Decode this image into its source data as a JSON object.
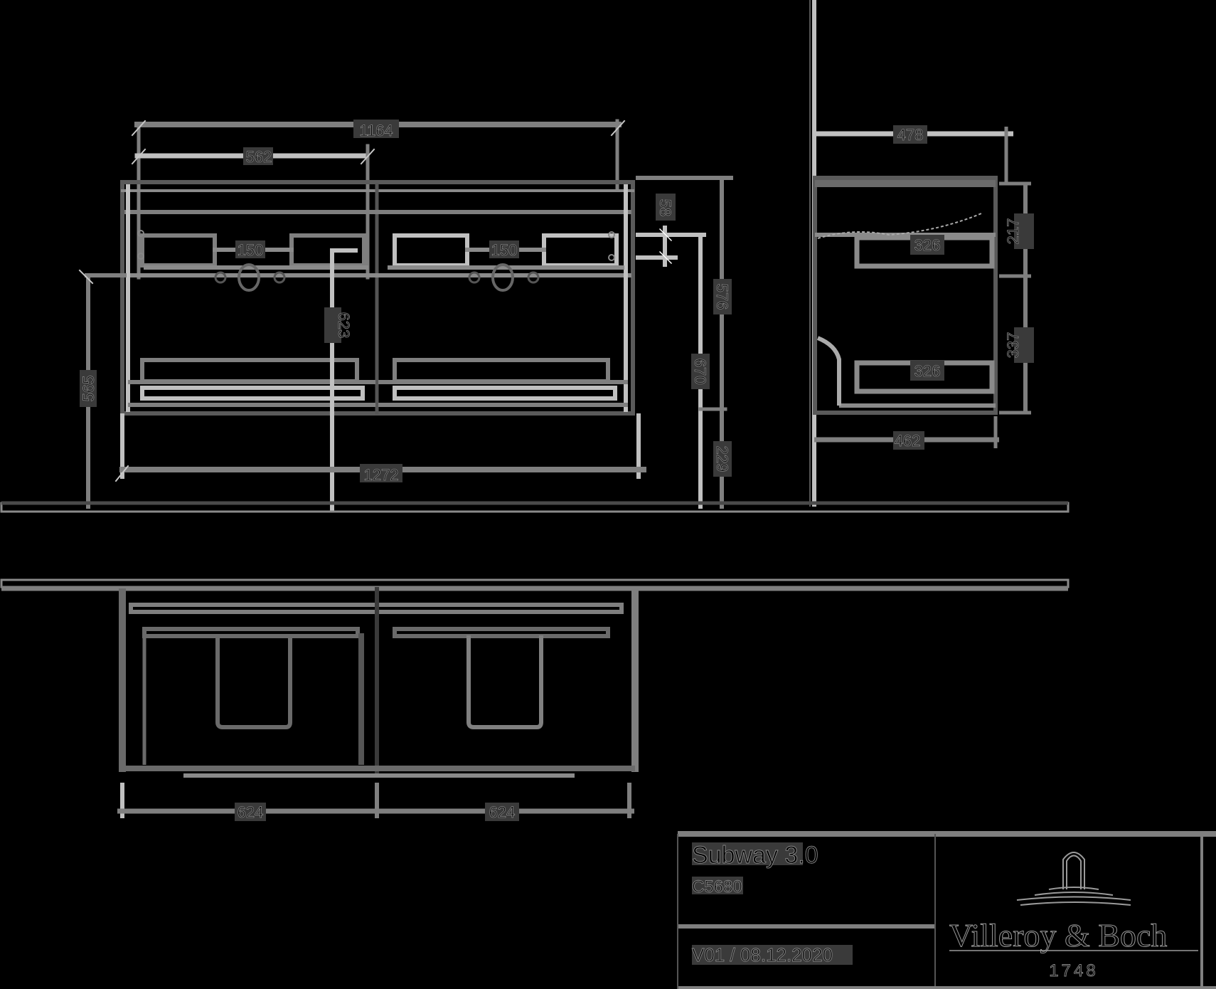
{
  "product": {
    "name": "Subway 3.0",
    "code": "C5680",
    "version": "V01 / 08.12.2020"
  },
  "brand": {
    "name": "Villeroy & Boch",
    "year": "1748",
    "logo_icon": "fountain-logo-icon"
  },
  "colors": {
    "background": "#000000",
    "line_primary": "#7f7f7f",
    "line_light": "#c0c0c0",
    "line_dark": "#4a4a4a",
    "label_bg": "#3a3a3a"
  },
  "front_view": {
    "dimensions": {
      "overall_top_width": "1164",
      "half_width": "562",
      "overall_bottom_width": "1272",
      "basin_spacing_left": "150",
      "basin_spacing_right": "150",
      "unit_height": "565",
      "drain_height": "623",
      "top_offset": "58",
      "side_height_576": "576",
      "side_height_670": "670",
      "floor_clearance": "229"
    }
  },
  "side_view": {
    "dimensions": {
      "depth_top": "478",
      "drawer_upper_depth": "326",
      "drawer_lower_depth": "326",
      "drawer_upper_height": "217",
      "drawer_lower_height": "337",
      "depth_bottom": "462"
    }
  },
  "plan_view": {
    "dimensions": {
      "left_width": "624",
      "right_width": "624"
    }
  }
}
